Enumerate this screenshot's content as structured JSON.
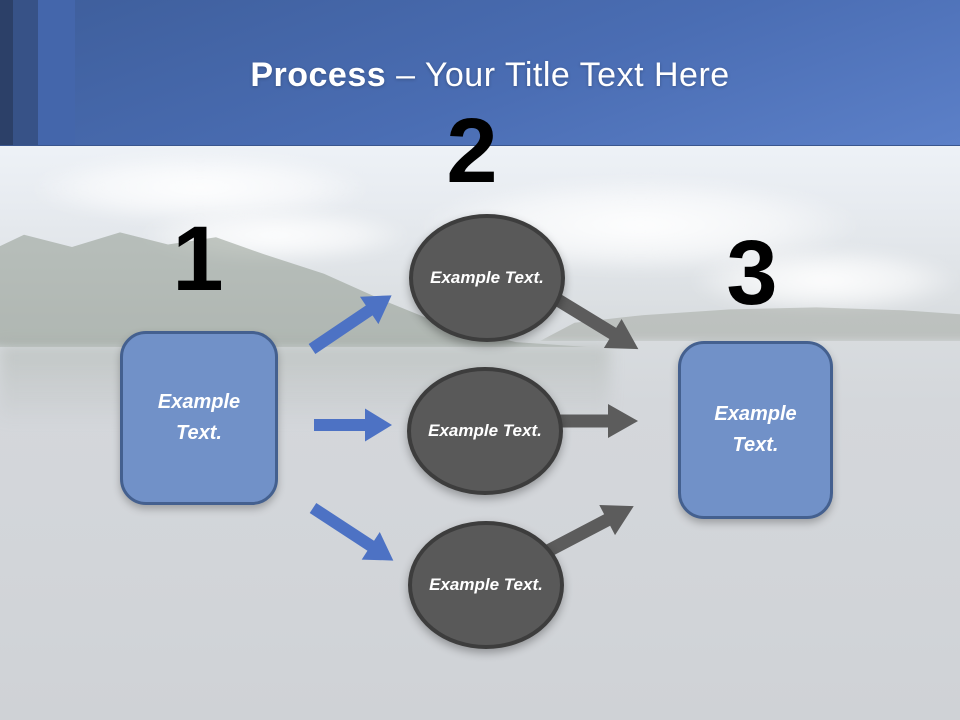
{
  "title": {
    "bold": "Process",
    "rest": " – Your Title Text Here"
  },
  "numbers": [
    "1",
    "2",
    "3"
  ],
  "shapes": {
    "left_box": {
      "label": "Example Text."
    },
    "right_box": {
      "label": "Example Text."
    },
    "circles": [
      {
        "label": "Example Text."
      },
      {
        "label": "Example Text."
      },
      {
        "label": "Example Text."
      }
    ]
  },
  "colors": {
    "header_gradient_start": "#3e5e9b",
    "header_gradient_end": "#5c80c8",
    "header_stripe_dark": "#2c4068",
    "header_stripe_mid": "#375287",
    "header_stripe_light": "#4466ab",
    "title_text": "#ffffff",
    "number_text": "#000000",
    "box_fill": "#7191c8",
    "box_border": "#44608f",
    "circle_fill": "#595959",
    "circle_border": "#3d3d3d",
    "arrow_blue": "#4d72c4",
    "arrow_gray": "#5c5c5c"
  }
}
